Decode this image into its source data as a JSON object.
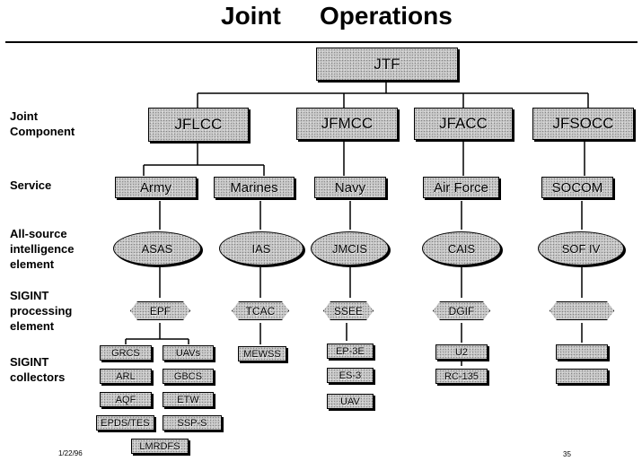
{
  "title": {
    "word1": "Joint",
    "word2": "Operations"
  },
  "row_labels": {
    "joint_component": [
      "Joint",
      "Component"
    ],
    "service": [
      "Service"
    ],
    "intel": [
      "All-source",
      "intelligence",
      "element"
    ],
    "sigint_processing": [
      "SIGINT",
      "processing",
      "element"
    ],
    "sigint_collectors": [
      "SIGINT",
      "collectors"
    ]
  },
  "top": "JTF",
  "components": [
    "JFLCC",
    "JFMCC",
    "JFACC",
    "JFSOCC"
  ],
  "services": [
    "Army",
    "Marines",
    "Navy",
    "Air Force",
    "SOCOM"
  ],
  "intel_elements": [
    "ASAS",
    "IAS",
    "JMCIS",
    "CAIS",
    "SOF IV"
  ],
  "processing": [
    "EPF",
    "TCAC",
    "SSEE",
    "DGIF",
    ""
  ],
  "collectors": {
    "army": [
      "GRCS",
      "UAVs",
      "ARL",
      "GBCS",
      "AQF",
      "ETW",
      "EPDS/TES",
      "SSP-S",
      "LMRDFS"
    ],
    "marines": [
      "MEWSS"
    ],
    "navy": [
      "EP-3E",
      "ES-3",
      "UAV"
    ],
    "airforce": [
      "U2",
      "RC-135"
    ],
    "socom": [
      "",
      ""
    ]
  },
  "footer": {
    "date": "1/22/96",
    "page": "35"
  }
}
